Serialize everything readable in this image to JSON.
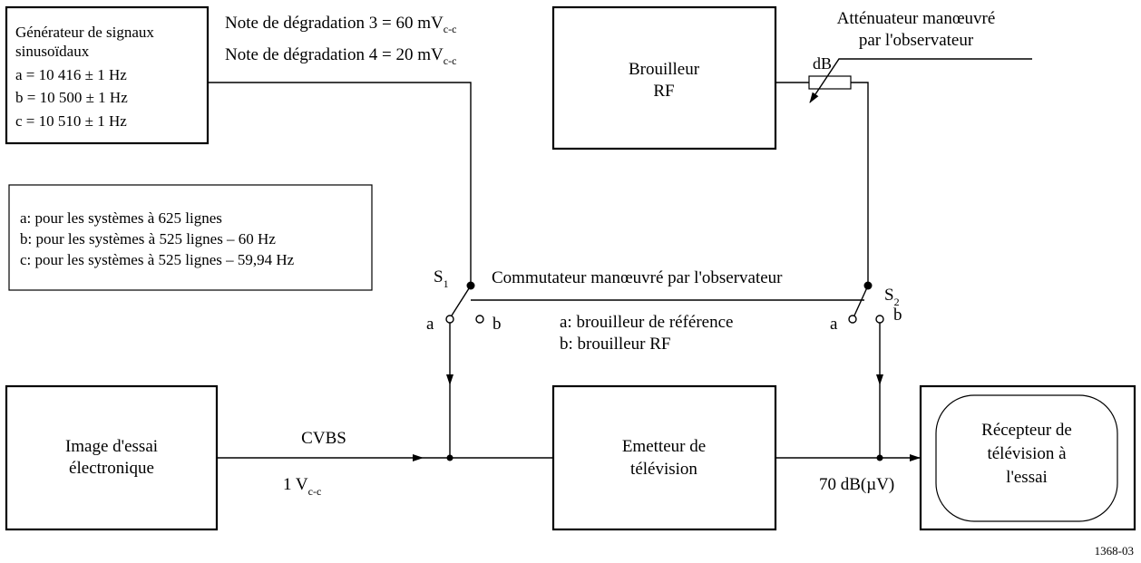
{
  "generator": {
    "lines": [
      "Générateur de signaux",
      "sinusoïdaux",
      "a = 10 416 ± 1 Hz",
      "b = 10 500 ± 1 Hz",
      "c = 10 510 ± 1 Hz"
    ]
  },
  "notes": {
    "grade3_prefix": "Note de dégradation 3 = 60 mV",
    "grade3_sub": "c-c",
    "grade4_prefix": "Note de dégradation 4 = 20 mV",
    "grade4_sub": "c-c"
  },
  "rf_jammer": {
    "line1": "Brouilleur",
    "line2": "RF"
  },
  "attenuator": {
    "line1": "Atténuateur manœuvré",
    "line2": "par l'observateur",
    "unit": "dB"
  },
  "legend": {
    "lines": [
      "a: pour les systèmes à 625 lignes",
      "b: pour les systèmes à 525 lignes – 60 Hz",
      "c: pour les systèmes à 525 lignes – 59,94 Hz"
    ]
  },
  "switch": {
    "s1_letter": "S",
    "s1_sub": "1",
    "s2_letter": "S",
    "s2_sub": "2",
    "label": "Commutateur manœuvré par l'observateur",
    "pos_a": "a",
    "pos_b": "b",
    "desc_a": "a: brouilleur de référence",
    "desc_b": "b: brouilleur RF"
  },
  "test_image": {
    "line1": "Image d'essai",
    "line2": "électronique"
  },
  "signal": {
    "name": "CVBS",
    "level_prefix": "1 V",
    "level_sub": "c-c"
  },
  "transmitter": {
    "line1": "Emetteur de",
    "line2": "télévision"
  },
  "receiver_level": "70 dB(µV)",
  "receiver": {
    "line1": "Récepteur de",
    "line2": "télévision à",
    "line3": "l'essai"
  },
  "figure_id": "1368-03"
}
